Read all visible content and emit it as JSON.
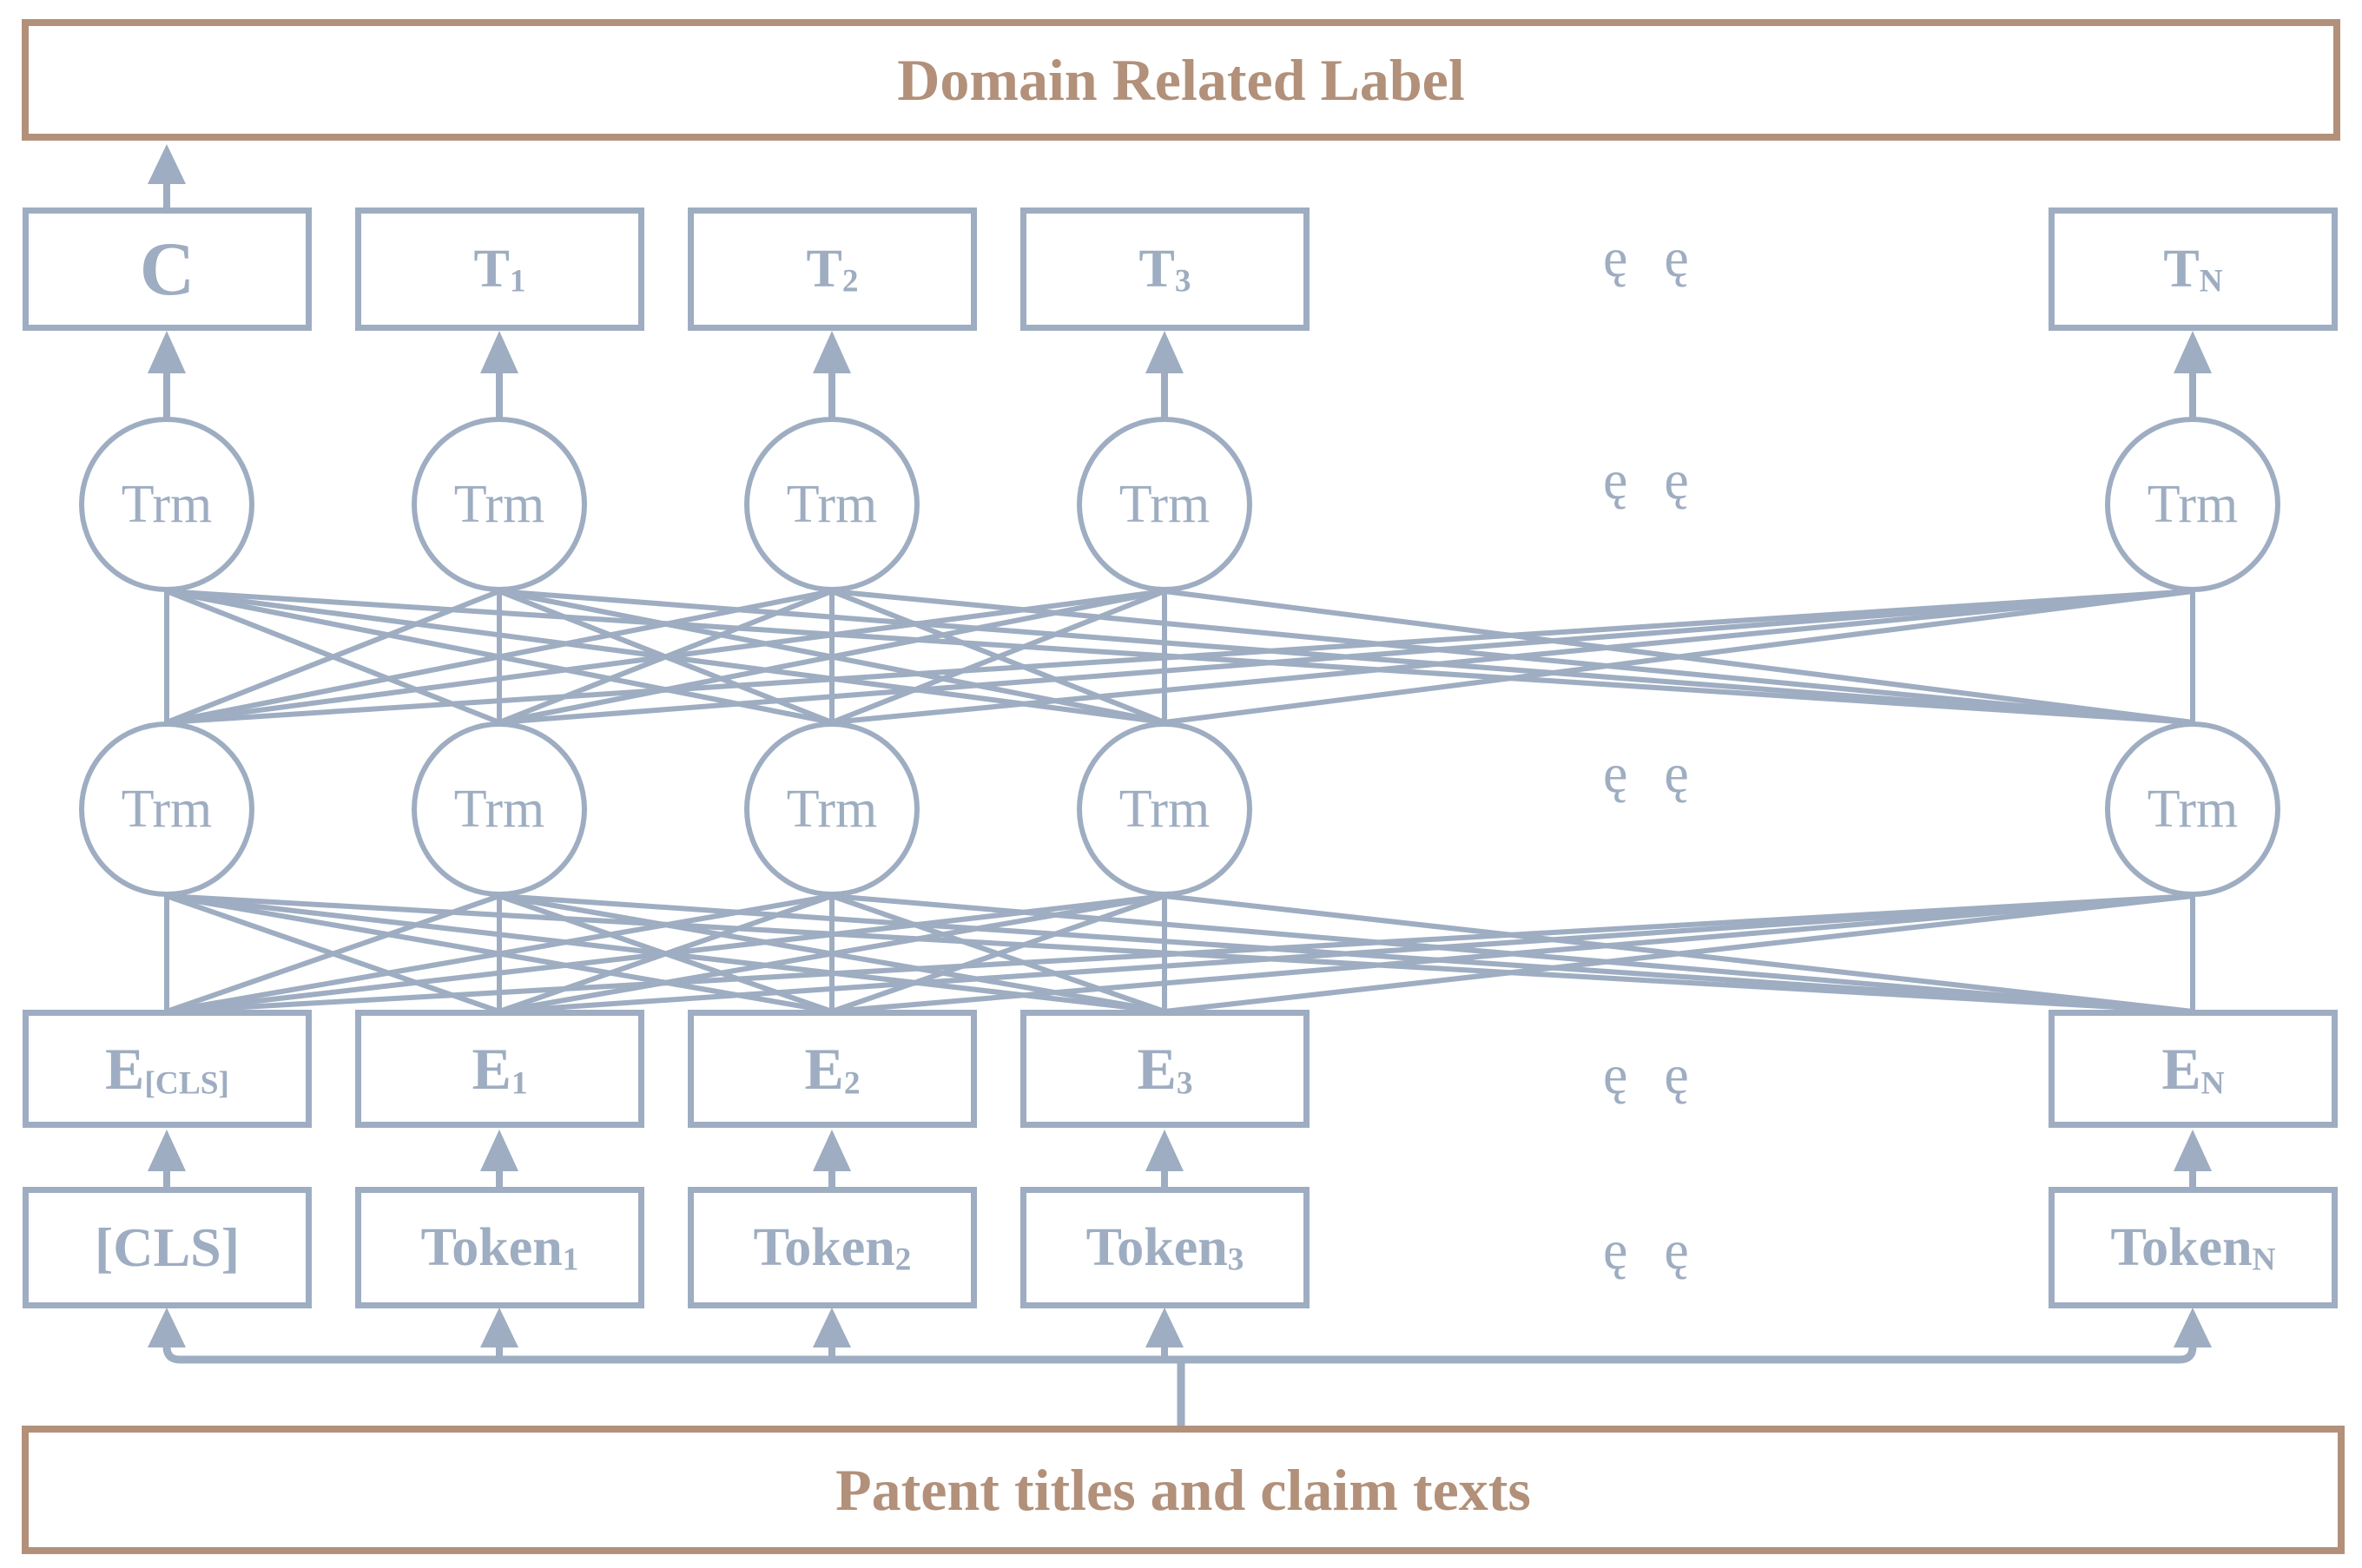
{
  "diagram": {
    "header": {
      "label": "Domain Related Label"
    },
    "footer": {
      "label": "Patent titles and claim texts"
    },
    "trm_label": "Trm",
    "ellipsis": "ę ę",
    "colors": {
      "blue": "#9eadc1",
      "tan": "#b29079"
    },
    "columns": [
      {
        "output": "C",
        "output_sub": "",
        "embedding": "E",
        "embedding_sub": "[CLS]",
        "token": "[CLS]",
        "token_sub": ""
      },
      {
        "output": "T",
        "output_sub": "1",
        "embedding": "E",
        "embedding_sub": "1",
        "token": "Token",
        "token_sub": "1"
      },
      {
        "output": "T",
        "output_sub": "2",
        "embedding": "E",
        "embedding_sub": "2",
        "token": "Token",
        "token_sub": "2"
      },
      {
        "output": "T",
        "output_sub": "3",
        "embedding": "E",
        "embedding_sub": "3",
        "token": "Token",
        "token_sub": "3"
      },
      {
        "output": "T",
        "output_sub": "N",
        "embedding": "E",
        "embedding_sub": "N",
        "token": "Token",
        "token_sub": "N"
      }
    ]
  }
}
